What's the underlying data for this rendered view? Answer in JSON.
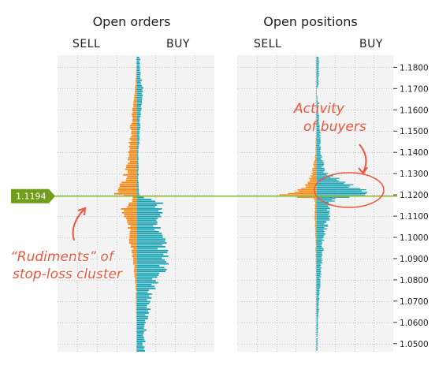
{
  "colors": {
    "sell": "#f5870f",
    "buy": "#1aa3b3",
    "price_line": "#8ab82e",
    "price_tag": "#6e9e1c",
    "annotation": "#f0563c"
  },
  "chart_data": [
    {
      "type": "bar",
      "orientation": "horizontal",
      "title": "Open orders",
      "left_label": "SELL",
      "right_label": "BUY",
      "ylim": [
        1.0462,
        1.1857
      ],
      "y_ticks": [
        1.18,
        1.17,
        1.16,
        1.15,
        1.14,
        1.13,
        1.12,
        1.11,
        1.1,
        1.09,
        1.08,
        1.07,
        1.06,
        1.05
      ],
      "current_price": 1.1194,
      "current_price_label": "1.1194",
      "series": [
        {
          "side": "sell",
          "profile": [
            [
              1.18,
              1
            ],
            [
              1.17,
              3
            ],
            [
              1.16,
              6
            ],
            [
              1.152,
              9
            ],
            [
              1.146,
              10
            ],
            [
              1.14,
              15
            ],
            [
              1.136,
              13
            ],
            [
              1.132,
              16
            ],
            [
              1.128,
              20
            ],
            [
              1.124,
              25
            ],
            [
              1.1205,
              30
            ],
            [
              1.1195,
              5
            ],
            [
              1.117,
              9
            ],
            [
              1.114,
              22
            ],
            [
              1.11,
              16
            ],
            [
              1.106,
              13
            ],
            [
              1.102,
              10
            ],
            [
              1.098,
              10
            ],
            [
              1.094,
              7
            ],
            [
              1.09,
              6
            ],
            [
              1.086,
              4
            ],
            [
              1.082,
              4
            ],
            [
              1.078,
              2
            ],
            [
              1.06,
              1
            ],
            [
              1.05,
              1
            ]
          ]
        },
        {
          "side": "buy",
          "profile": [
            [
              1.18,
              4
            ],
            [
              1.175,
              6
            ],
            [
              1.17,
              8
            ],
            [
              1.165,
              7
            ],
            [
              1.16,
              5
            ],
            [
              1.155,
              4
            ],
            [
              1.15,
              4
            ],
            [
              1.145,
              3
            ],
            [
              1.14,
              2
            ],
            [
              1.132,
              2
            ],
            [
              1.1245,
              2
            ],
            [
              1.1195,
              3
            ],
            [
              1.117,
              36
            ],
            [
              1.112,
              32
            ],
            [
              1.108,
              28
            ],
            [
              1.102,
              33
            ],
            [
              1.096,
              38
            ],
            [
              1.09,
              40
            ],
            [
              1.086,
              38
            ],
            [
              1.082,
              30
            ],
            [
              1.078,
              24
            ],
            [
              1.074,
              20
            ],
            [
              1.07,
              18
            ],
            [
              1.066,
              16
            ],
            [
              1.062,
              14
            ],
            [
              1.058,
              12
            ],
            [
              1.05,
              10
            ]
          ]
        }
      ]
    },
    {
      "type": "bar",
      "orientation": "horizontal",
      "title": "Open positions",
      "left_label": "SELL",
      "right_label": "BUY",
      "ylim": [
        1.0462,
        1.1857
      ],
      "y_ticks": [
        1.18,
        1.17,
        1.16,
        1.15,
        1.14,
        1.13,
        1.12,
        1.11,
        1.1,
        1.09,
        1.08,
        1.07,
        1.06,
        1.05
      ],
      "tick_labels": [
        "1.1800",
        "1.1700",
        "1.1600",
        "1.1500",
        "1.1400",
        "1.1300",
        "1.1200",
        "1.1100",
        "1.1000",
        "1.0900",
        "1.0800",
        "1.0700",
        "1.0600",
        "1.0500"
      ],
      "current_price": 1.1194,
      "series": [
        {
          "side": "sell",
          "profile": [
            [
              1.15,
              1
            ],
            [
              1.14,
              2
            ],
            [
              1.135,
              4
            ],
            [
              1.13,
              8
            ],
            [
              1.127,
              12
            ],
            [
              1.124,
              20
            ],
            [
              1.1215,
              35
            ],
            [
              1.1205,
              60
            ],
            [
              1.1198,
              96
            ],
            [
              1.1188,
              5
            ],
            [
              1.117,
              3
            ],
            [
              1.114,
              3
            ],
            [
              1.11,
              3
            ],
            [
              1.1,
              2
            ],
            [
              1.08,
              1
            ],
            [
              1.06,
              1
            ]
          ]
        },
        {
          "side": "buy",
          "profile": [
            [
              1.172,
              3
            ],
            [
              1.17,
              0
            ],
            [
              1.153,
              4
            ],
            [
              1.15,
              6
            ],
            [
              1.146,
              5
            ],
            [
              1.142,
              6
            ],
            [
              1.138,
              8
            ],
            [
              1.134,
              10
            ],
            [
              1.131,
              12
            ],
            [
              1.128,
              30
            ],
            [
              1.126,
              45
            ],
            [
              1.124,
              60
            ],
            [
              1.122,
              78
            ],
            [
              1.1205,
              90
            ],
            [
              1.1198,
              100
            ],
            [
              1.1188,
              30
            ],
            [
              1.117,
              24
            ],
            [
              1.114,
              20
            ],
            [
              1.11,
              18
            ],
            [
              1.106,
              16
            ],
            [
              1.102,
              12
            ],
            [
              1.098,
              10
            ],
            [
              1.094,
              9
            ],
            [
              1.09,
              8
            ],
            [
              1.086,
              7
            ],
            [
              1.082,
              6
            ],
            [
              1.078,
              5
            ],
            [
              1.074,
              4
            ],
            [
              1.07,
              3
            ],
            [
              1.066,
              3
            ],
            [
              1.062,
              2
            ],
            [
              1.058,
              2
            ],
            [
              1.054,
              1
            ],
            [
              1.049,
              1
            ]
          ]
        }
      ]
    }
  ],
  "annotations": {
    "positions": [
      "Activity",
      "of buyers"
    ],
    "orders": [
      "“Rudiments” of",
      "stop-loss cluster"
    ]
  }
}
